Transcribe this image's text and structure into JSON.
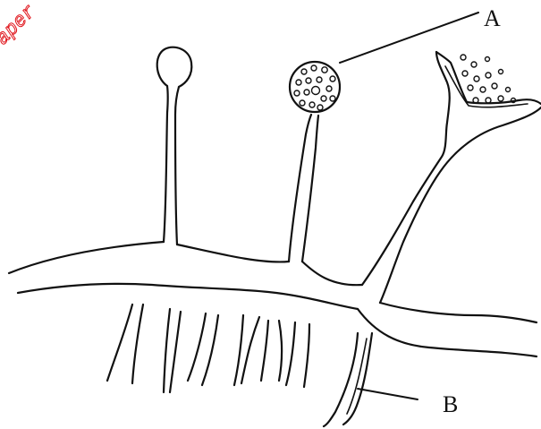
{
  "watermark": {
    "text": "Paper",
    "color": "#e0141b"
  },
  "labels": {
    "a": "A",
    "b": "B"
  }
}
